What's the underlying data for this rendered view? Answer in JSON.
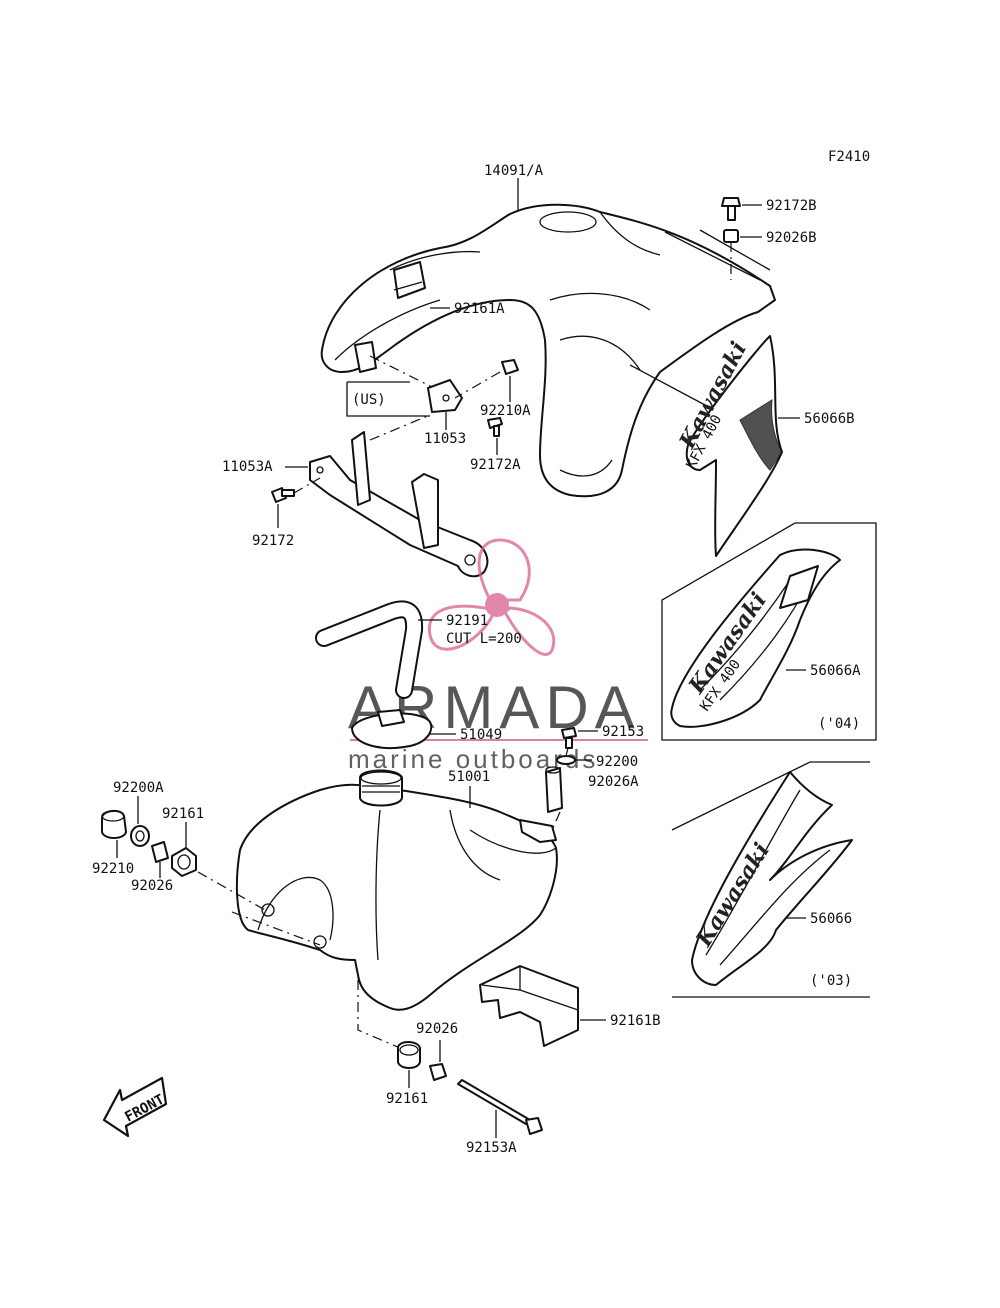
{
  "figure_code": "F2410",
  "parts": {
    "p14091A": "14091/A",
    "p92172B": "92172B",
    "p92026B": "92026B",
    "p92161A": "92161A",
    "p56066B": "56066B",
    "pUS": "(US)",
    "p92210A": "92210A",
    "p11053": "11053",
    "p92172A": "92172A",
    "p11053A": "11053A",
    "p92172": "92172",
    "p92191": "92191",
    "p92191cut": "CUT L=200",
    "p56066A": "56066A",
    "p04": "('04)",
    "p51049": "51049",
    "p92153": "92153",
    "p92200": "92200",
    "p92026A": "92026A",
    "p51001": "51001",
    "p92200A": "92200A",
    "p92161": "92161",
    "p92210": "92210",
    "p92026": "92026",
    "p56066": "56066",
    "p03": "('03)",
    "p92161B": "92161B",
    "p92026b2": "92026",
    "p92161b2": "92161",
    "p92153A": "92153A",
    "front": "FRONT"
  },
  "decals": {
    "brand": "Kawasaki",
    "model": "KFX 400"
  },
  "watermark": {
    "name": "ARMADA",
    "tagline": "marine outboards",
    "color": "#d9608f"
  }
}
